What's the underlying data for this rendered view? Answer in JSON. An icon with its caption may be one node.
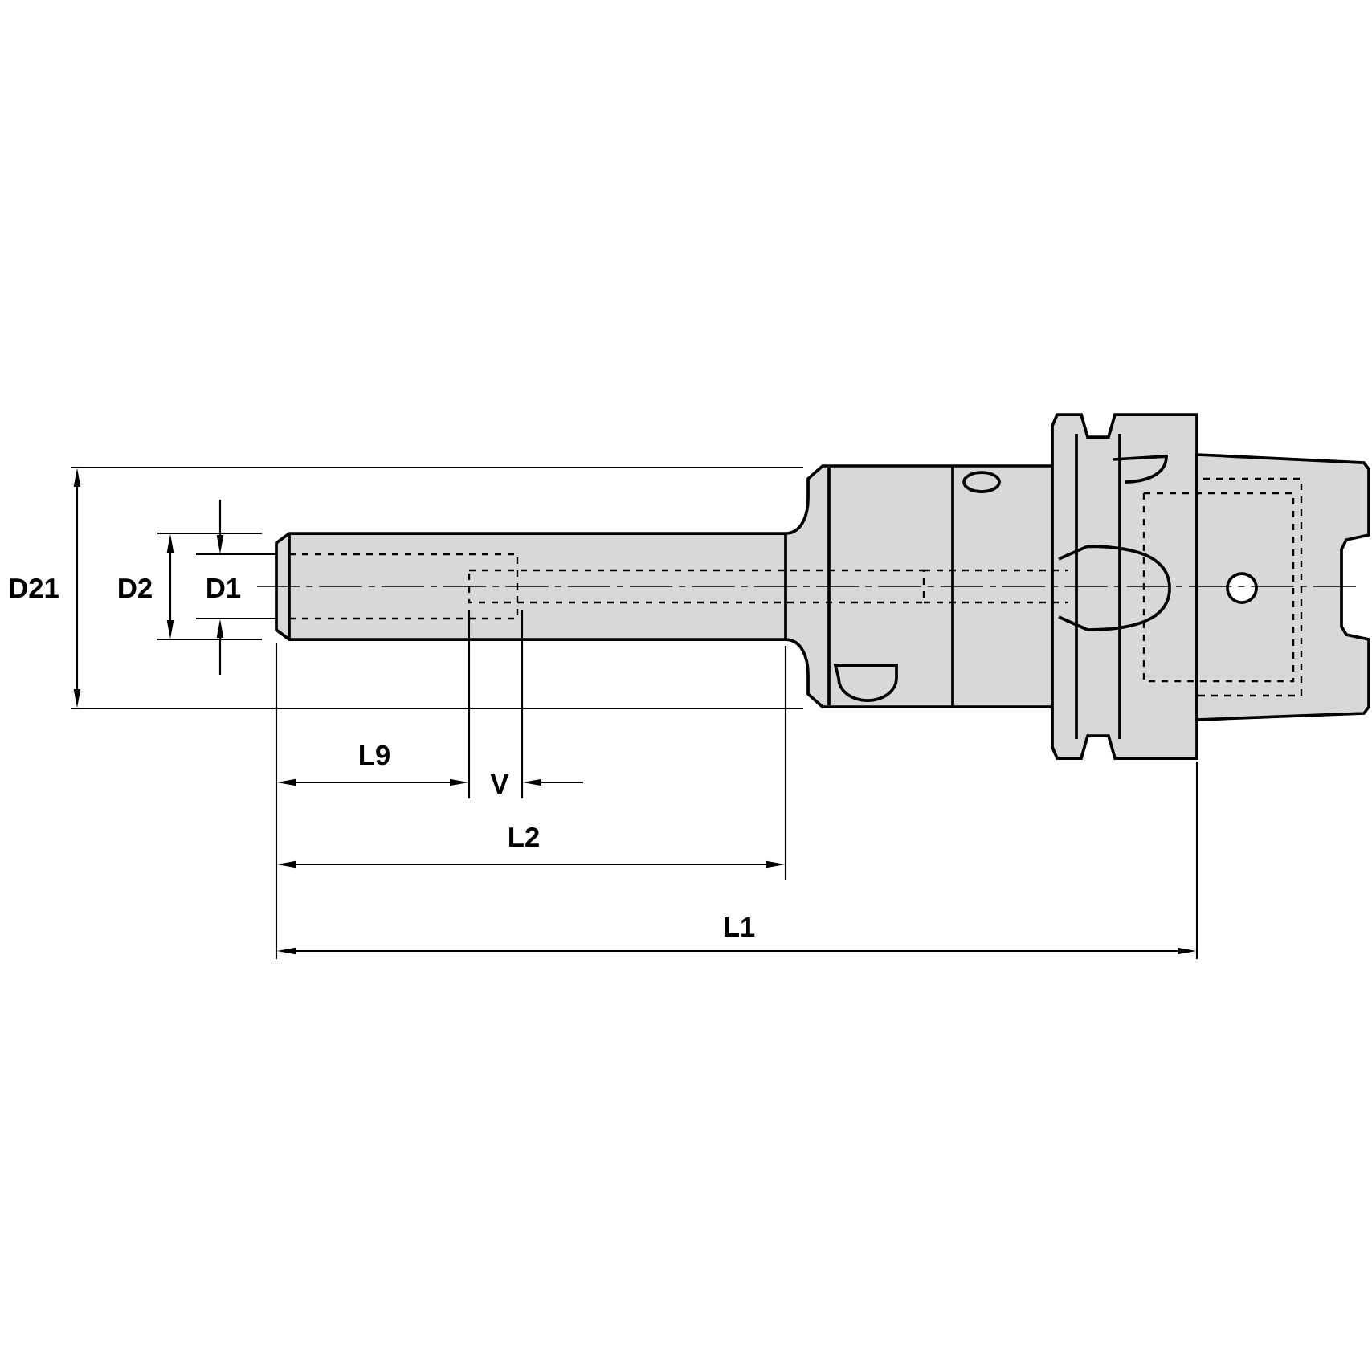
{
  "diagram": {
    "labels": [
      "D21",
      "D2",
      "D1",
      "L9",
      "V",
      "L2",
      "L1"
    ]
  }
}
